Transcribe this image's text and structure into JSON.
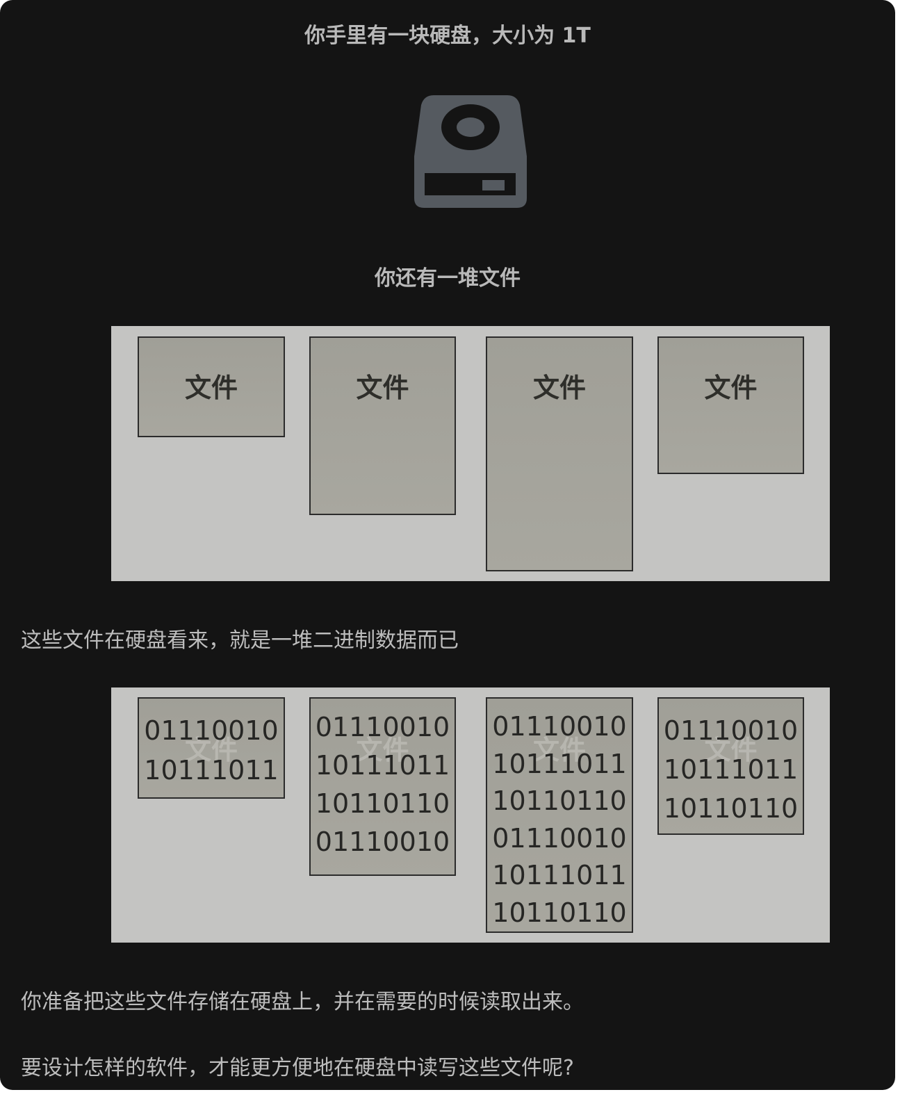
{
  "heading_1": "你手里有一块硬盘，大小为 1T",
  "heading_2": "你还有一堆文件",
  "paragraph_1": "这些文件在硬盘看来，就是一堆二进制数据而已",
  "paragraph_2": "你准备把这些文件存储在硬盘上，并在需要的时候读取出来。",
  "paragraph_3": "要设计怎样的软件，才能更方便地在硬盘中读写这些文件呢?",
  "drive_icon": "hard-drive-icon",
  "colors": {
    "panel_bg": "#141414",
    "text": "#bdbdbd",
    "icon": "#555a60",
    "figure_bg": "#c4c4c2",
    "box_fill": "#a4a39b"
  },
  "files_figure": {
    "files": [
      {
        "label": "文件"
      },
      {
        "label": "文件"
      },
      {
        "label": "文件"
      },
      {
        "label": "文件"
      }
    ]
  },
  "binary_figure": {
    "files": [
      {
        "label": "文件",
        "lines": [
          "01110010",
          "10111011"
        ]
      },
      {
        "label": "文件",
        "lines": [
          "01110010",
          "10111011",
          "10110110",
          "01110010"
        ]
      },
      {
        "label": "文件",
        "lines": [
          "01110010",
          "10111011",
          "10110110",
          "01110010",
          "10111011",
          "10110110"
        ]
      },
      {
        "label": "文件",
        "lines": [
          "01110010",
          "10111011",
          "10110110"
        ]
      }
    ]
  }
}
